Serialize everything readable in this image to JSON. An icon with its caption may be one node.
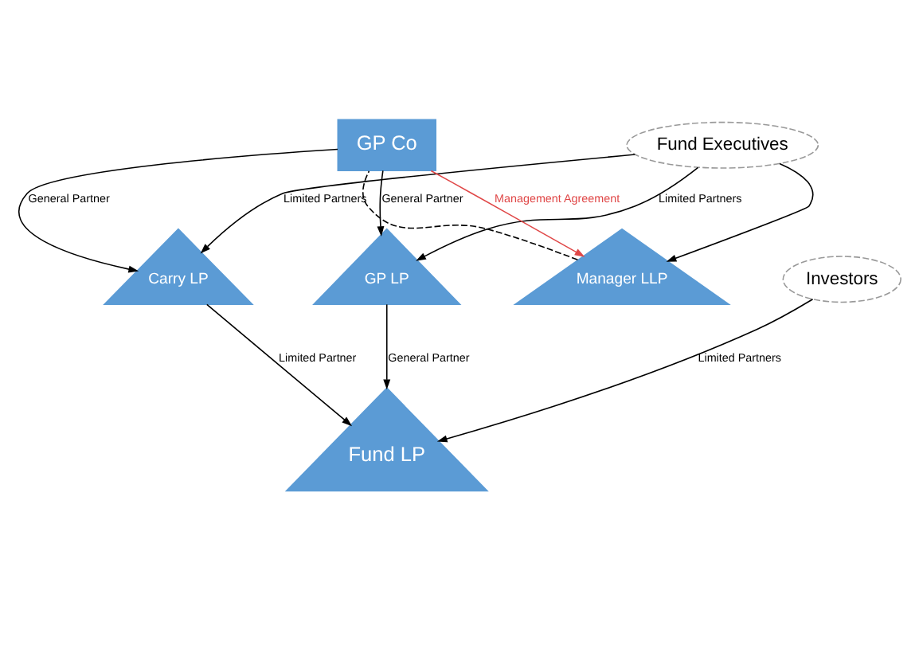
{
  "diagram": {
    "nodes": [
      {
        "text": [
          "Fund Executives"
        ]
      },
      {
        "text": [
          "Manager LLP"
        ]
      },
      {
        "text": [
          "GP Co"
        ]
      },
      {
        "text": [
          "GP LP"
        ]
      },
      {
        "text": [
          "Carry LP"
        ]
      },
      {
        "text": [
          "Investors"
        ]
      },
      {
        "text": [
          "Fund LP"
        ]
      }
    ],
    "edges": [
      {
        "from": 0,
        "to": 1,
        "arrow": "to"
      },
      {
        "from": 0,
        "to": 3,
        "arrow": "to",
        "label": "Limited Partners"
      },
      {
        "from": 0,
        "to": 4,
        "arrow": "to",
        "label": "Limited Partners"
      },
      {
        "from": 2,
        "to": 1,
        "arrow": "to",
        "label": "Management Agreement",
        "color": "#e04848"
      },
      {
        "from": 1,
        "to": 2,
        "arrow": "none",
        "style": "dashed"
      },
      {
        "from": 2,
        "to": 3,
        "arrow": "to",
        "label": "General Partner"
      },
      {
        "from": 2,
        "to": 4,
        "arrow": "to",
        "label": "General Partner"
      },
      {
        "from": 3,
        "to": 6,
        "arrow": "to",
        "label": "General Partner"
      },
      {
        "from": 4,
        "to": 6,
        "arrow": "to",
        "label": "Limited Partner"
      },
      {
        "from": 5,
        "to": 6,
        "arrow": "to",
        "label": "Limited Partners"
      }
    ]
  }
}
